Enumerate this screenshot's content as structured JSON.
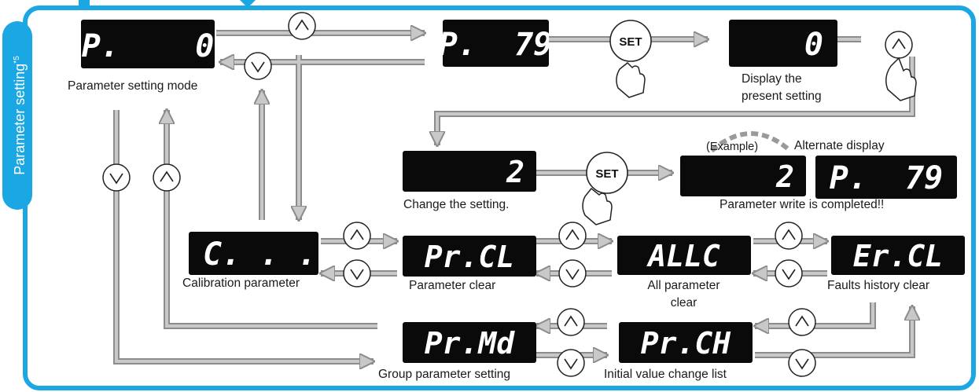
{
  "sidebar": {
    "label": "Parameter setting",
    "note": "*5"
  },
  "displays": {
    "p0": "P.    0",
    "p79": "P.  79",
    "zero": "0",
    "two": "2",
    "two_written": "2",
    "p79_alt": "P.  79",
    "calibration": "C. . .",
    "pr_cl": "Pr.CL",
    "allc": "ALLC",
    "er_cl": "Er.CL",
    "pr_md": "Pr.Md",
    "pr_ch": "Pr.CH"
  },
  "captions": {
    "parameter_setting_mode": "Parameter setting mode",
    "display_line1": "Display the",
    "display_line2": "present setting",
    "change_setting": "Change the setting.",
    "example": "(Example)",
    "alternate_display": "Alternate display",
    "write_completed": "Parameter write is completed!!",
    "calibration_parameter": "Calibration parameter",
    "parameter_clear": "Parameter clear",
    "all_param_line1": "All parameter",
    "all_param_line2": "clear",
    "faults_history_clear": "Faults history clear",
    "group_parameter_setting": "Group parameter setting",
    "initial_value_change_list": "Initial value change list"
  },
  "buttons": {
    "set": "SET"
  },
  "colors": {
    "frame": "#1aa7e4",
    "arrow": "#c8c8c8",
    "arrow_stroke": "#8c8c8c",
    "lcd": "#0a0a0a",
    "segment": "#ffffff"
  }
}
